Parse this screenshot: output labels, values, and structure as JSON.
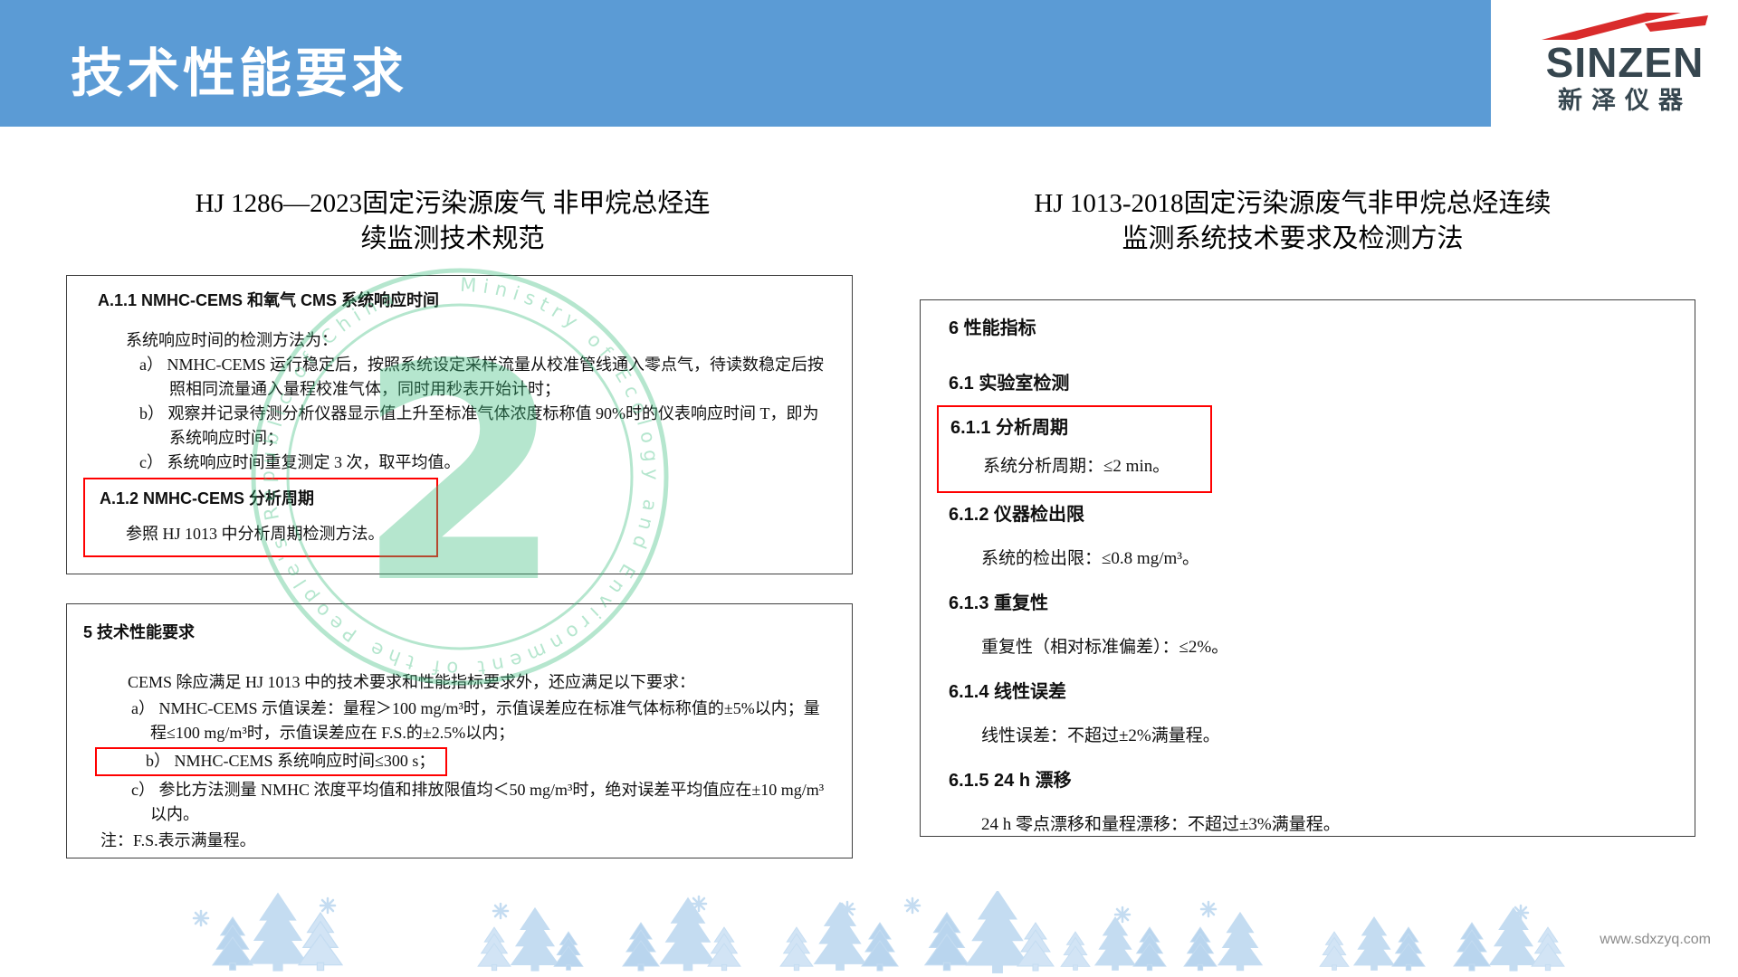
{
  "header": {
    "title": "技术性能要求",
    "logo": {
      "brand": "SINZEN",
      "subtitle": "新泽仪器"
    }
  },
  "colors": {
    "banner_blue": "#5B9BD5",
    "highlight_red": "#FF0000",
    "watermark_green": "#3FBF7F",
    "logo_red": "#D92B2B",
    "deco_blue": "#C4DCF1"
  },
  "left": {
    "title_line1": "HJ 1286—2023固定污染源废气 非甲烷总烃连",
    "title_line2": "续监测技术规范",
    "box1": {
      "heading": "A.1.1  NMHC-CEMS 和氧气 CMS 系统响应时间",
      "intro": "系统响应时间的检测方法为：",
      "items": [
        "a）  NMHC-CEMS 运行稳定后，按照系统设定采样流量从校准管线通入零点气，待读数稳定后按照相同流量通入量程校准气体，同时用秒表开始计时；",
        "b）  观察并记录待测分析仪器显示值上升至标准气体浓度标称值 90%时的仪表响应时间 T，即为系统响应时间；",
        "c）  系统响应时间重复测定 3 次，取平均值。"
      ],
      "highlight_heading": "A.1.2  NMHC-CEMS 分析周期",
      "highlight_text": "参照 HJ 1013 中分析周期检测方法。"
    },
    "box2": {
      "heading": "5  技术性能要求",
      "intro": "CEMS 除应满足 HJ 1013 中的技术要求和性能指标要求外，还应满足以下要求：",
      "item_a": "a）  NMHC-CEMS 示值误差：量程＞100 mg/m³时，示值误差应在标准气体标称值的±5%以内；量程≤100 mg/m³时，示值误差应在 F.S.的±2.5%以内；",
      "item_b": "b）  NMHC-CEMS 系统响应时间≤300 s；",
      "item_c": "c） 参比方法测量 NMHC 浓度平均值和排放限值均＜50 mg/m³时，绝对误差平均值应在±10 mg/m³以内。",
      "note": "注：F.S.表示满量程。"
    }
  },
  "right": {
    "title_line1": "HJ 1013-2018固定污染源废气非甲烷总烃连续",
    "title_line2": "监测系统技术要求及检测方法",
    "box": {
      "sections": [
        {
          "heading": "6  性能指标"
        },
        {
          "heading": "6.1  实验室检测"
        },
        {
          "heading": "6.1.1  分析周期",
          "body": "系统分析周期：≤2 min。"
        },
        {
          "heading": "6.1.2  仪器检出限",
          "body": "系统的检出限：≤0.8 mg/m³。"
        },
        {
          "heading": "6.1.3  重复性",
          "body": "重复性（相对标准偏差）：≤2%。"
        },
        {
          "heading": "6.1.4  线性误差",
          "body": "线性误差：不超过±2%满量程。"
        },
        {
          "heading": "6.1.5  24 h 漂移",
          "body": "24 h 零点漂移和量程漂移：不超过±3%满量程。"
        }
      ]
    }
  },
  "watermark": {
    "glyph": "2",
    "ring_text": "Ministry of Ecology and Environment of the People's Republic of China"
  },
  "footer": {
    "url": "www.sdxzyq.com"
  }
}
